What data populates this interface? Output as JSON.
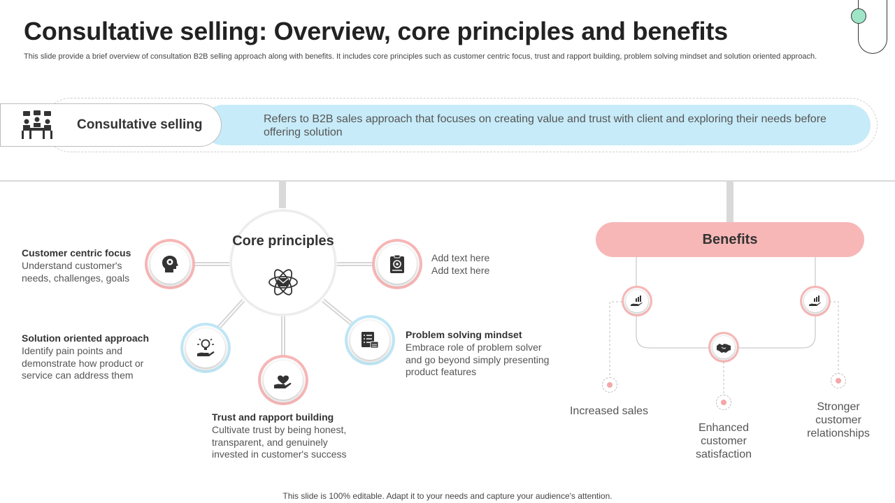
{
  "title": "Consultative selling: Overview, core principles and benefits",
  "subtitle": "This slide provide a brief overview of consultation B2B selling approach along with benefits. It includes core principles such as customer centric focus, trust and rapport building, problem solving mindset and solution oriented approach.",
  "overview": {
    "label": "Consultative selling",
    "description": "Refers to B2B sales approach that focuses on creating value and trust with client and exploring their needs before offering solution",
    "icon": "meeting-icon"
  },
  "core": {
    "label": "Core principles",
    "icon": "atom-icon",
    "principles": [
      {
        "title": "Customer centric focus",
        "description": "Understand customer's needs, challenges, goals",
        "icon": "head-gear-icon"
      },
      {
        "title": "Solution oriented approach",
        "description": "Identify pain points and demonstrate how product or service can address them",
        "icon": "bulb-hand-icon"
      },
      {
        "title": "Trust and rapport building",
        "description": "Cultivate trust by being honest, transparent, and genuinely invested in customer's success",
        "icon": "handshake-heart-icon"
      },
      {
        "title": "Problem solving mindset",
        "description": "Embrace role of problem solver and go beyond simply presenting product features",
        "icon": "checklist-icon"
      },
      {
        "title": "",
        "description": "Add text here\nAdd text here",
        "icon": "clipboard-gear-icon"
      }
    ]
  },
  "benefits": {
    "label": "Benefits",
    "items": [
      {
        "label": "Increased sales",
        "icon": "growth-hand-icon"
      },
      {
        "label": "Enhanced customer satisfaction",
        "icon": "handshake-icon"
      },
      {
        "label": "Stronger customer relationships",
        "icon": "growth-hand-icon"
      }
    ]
  },
  "colors": {
    "pink": "#f8b7b7",
    "blue": "#c7ebf8",
    "mint": "#9fe5c8"
  },
  "footer": "This slide is 100% editable. Adapt it to your needs and capture your audience's attention."
}
